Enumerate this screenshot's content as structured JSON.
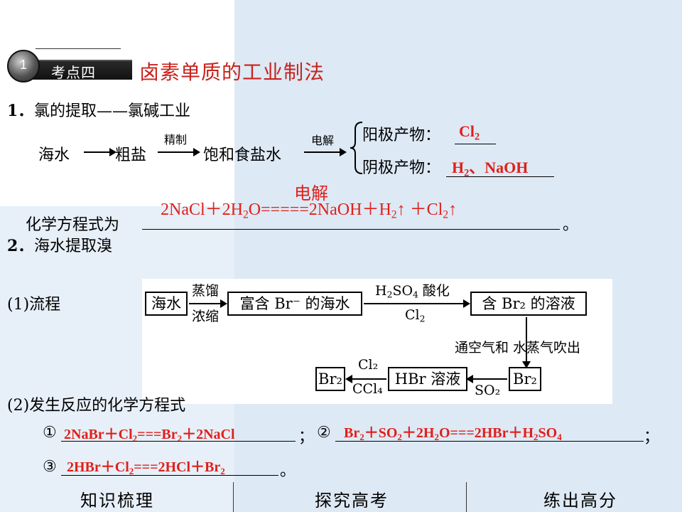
{
  "header": {
    "badge_num": "1",
    "badge_label": "考点四",
    "title": "卤素单质的工业制法"
  },
  "section1": {
    "heading_num": "1．",
    "heading": "氯的提取——氯碱工业",
    "flow": {
      "seawater": "海水",
      "crude_salt": "粗盐",
      "refine_label": "精制",
      "brine": "饱和食盐水",
      "electrolysis_label": "电解",
      "anode_label": "阳极产物：",
      "anode_answer": "Cl",
      "anode_sub": "2",
      "cathode_label": "阴极产物：",
      "cathode_answer_a": "H",
      "cathode_sub": "2",
      "cathode_answer_b": "、NaOH"
    },
    "equation_label": "化学方程式为",
    "equation_condition": "电解",
    "equation_end": "。",
    "equation": {
      "p1": "2NaCl＋2H",
      "s1": "2",
      "p2": "O=====2NaOH＋H",
      "s2": "2",
      "p3": "↑ ＋Cl",
      "s3": "2",
      "p4": "↑"
    }
  },
  "section2": {
    "heading_num": "2．",
    "heading": "海水提取溴",
    "process_label": "(1)流程",
    "flowchart": {
      "seawater": "海水",
      "distill_top": "蒸馏",
      "distill_bottom": "浓缩",
      "rich_br": "富含 Br⁻ 的海水",
      "acid_top_a": "H",
      "acid_top_sub1": "2",
      "acid_top_b": "SO",
      "acid_top_sub2": "4",
      "acid_top_c": " 酸化",
      "acid_bottom_a": "Cl",
      "acid_bottom_sub": "2",
      "br2_solution": "含 Br₂ 的溶液",
      "blow_label": "通空气和 水蒸气吹出",
      "br2_box": "Br₂",
      "hbr_box": "HBr 溶液",
      "so2_label": "SO₂",
      "cl2_label": "Cl₂",
      "ccl4_label": "CCl₄",
      "br2_final": "Br₂"
    },
    "reaction_label": "(2)发生反应的化学方程式",
    "r1_marker": "①",
    "r1": {
      "p1": "2NaBr＋Cl",
      "s1": "2",
      "p2": "===Br",
      "s2": "2",
      "p3": "＋2NaCl"
    },
    "r1_sep": "；",
    "r2_marker": "②",
    "r2": {
      "p1": "Br",
      "s1": "2",
      "p2": "＋SO",
      "s2": "2",
      "p3": "＋2H",
      "s3": "2",
      "p4": "O===2HBr＋H",
      "s4": "2",
      "p5": "SO",
      "s5": "4"
    },
    "r2_sep": "；",
    "r3_marker": "③",
    "r3": {
      "p1": "2HBr＋Cl",
      "s1": "2",
      "p2": "===2HCl＋Br",
      "s2": "2"
    },
    "r3_end": "。"
  },
  "nav": {
    "item1": "知识梳理",
    "item2": "探究高考",
    "item3": "练出高分"
  }
}
